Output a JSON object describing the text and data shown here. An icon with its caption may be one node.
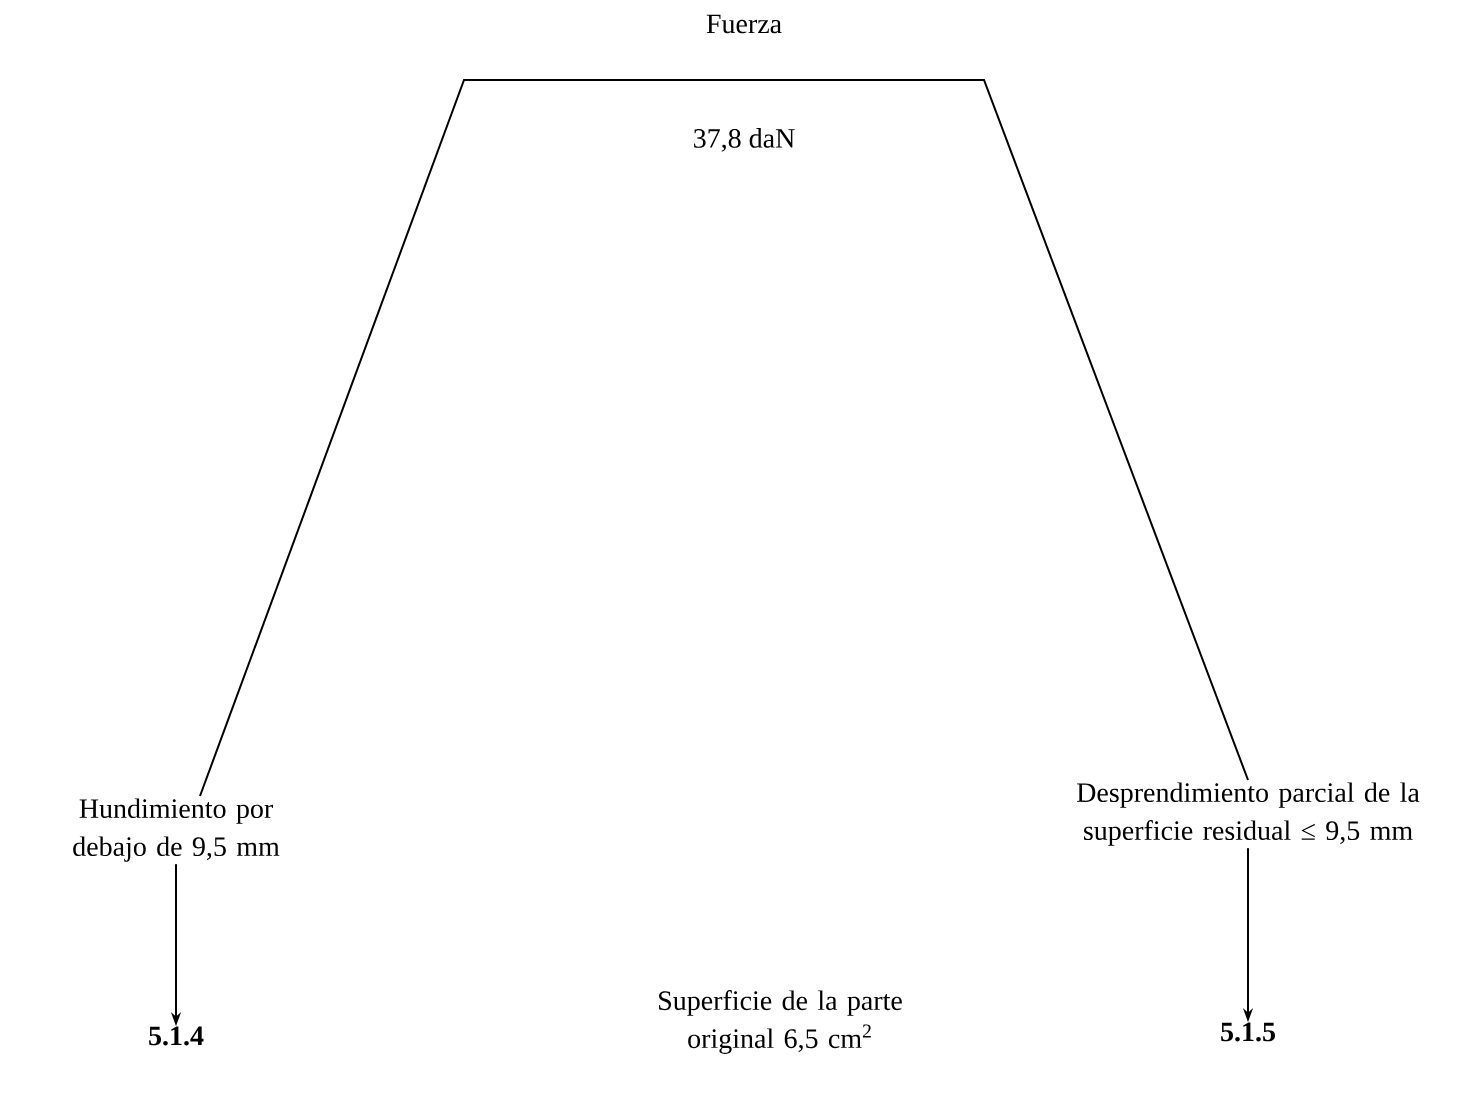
{
  "diagram": {
    "nodes": [
      {
        "text": [
          "Hundimiento por debajo de 9,5 mm"
        ]
      },
      {
        "text": [
          "5.1.4"
        ]
      },
      {
        "text": [
          "Desprendimiento parcial de la superficie residual ≤ 9,5 mm"
        ]
      },
      {
        "text": [
          "5.1.5"
        ]
      }
    ],
    "edges": [
      {
        "from": 0,
        "to": 2,
        "arrow": "none"
      },
      {
        "from": 0,
        "to": 1,
        "arrow": "to"
      },
      {
        "from": 2,
        "to": 3,
        "arrow": "to"
      }
    ],
    "labels": [
      "Fuerza",
      "37,8 daN",
      "Superficie de la parte original 6,5 cm$^{2}$"
    ]
  }
}
